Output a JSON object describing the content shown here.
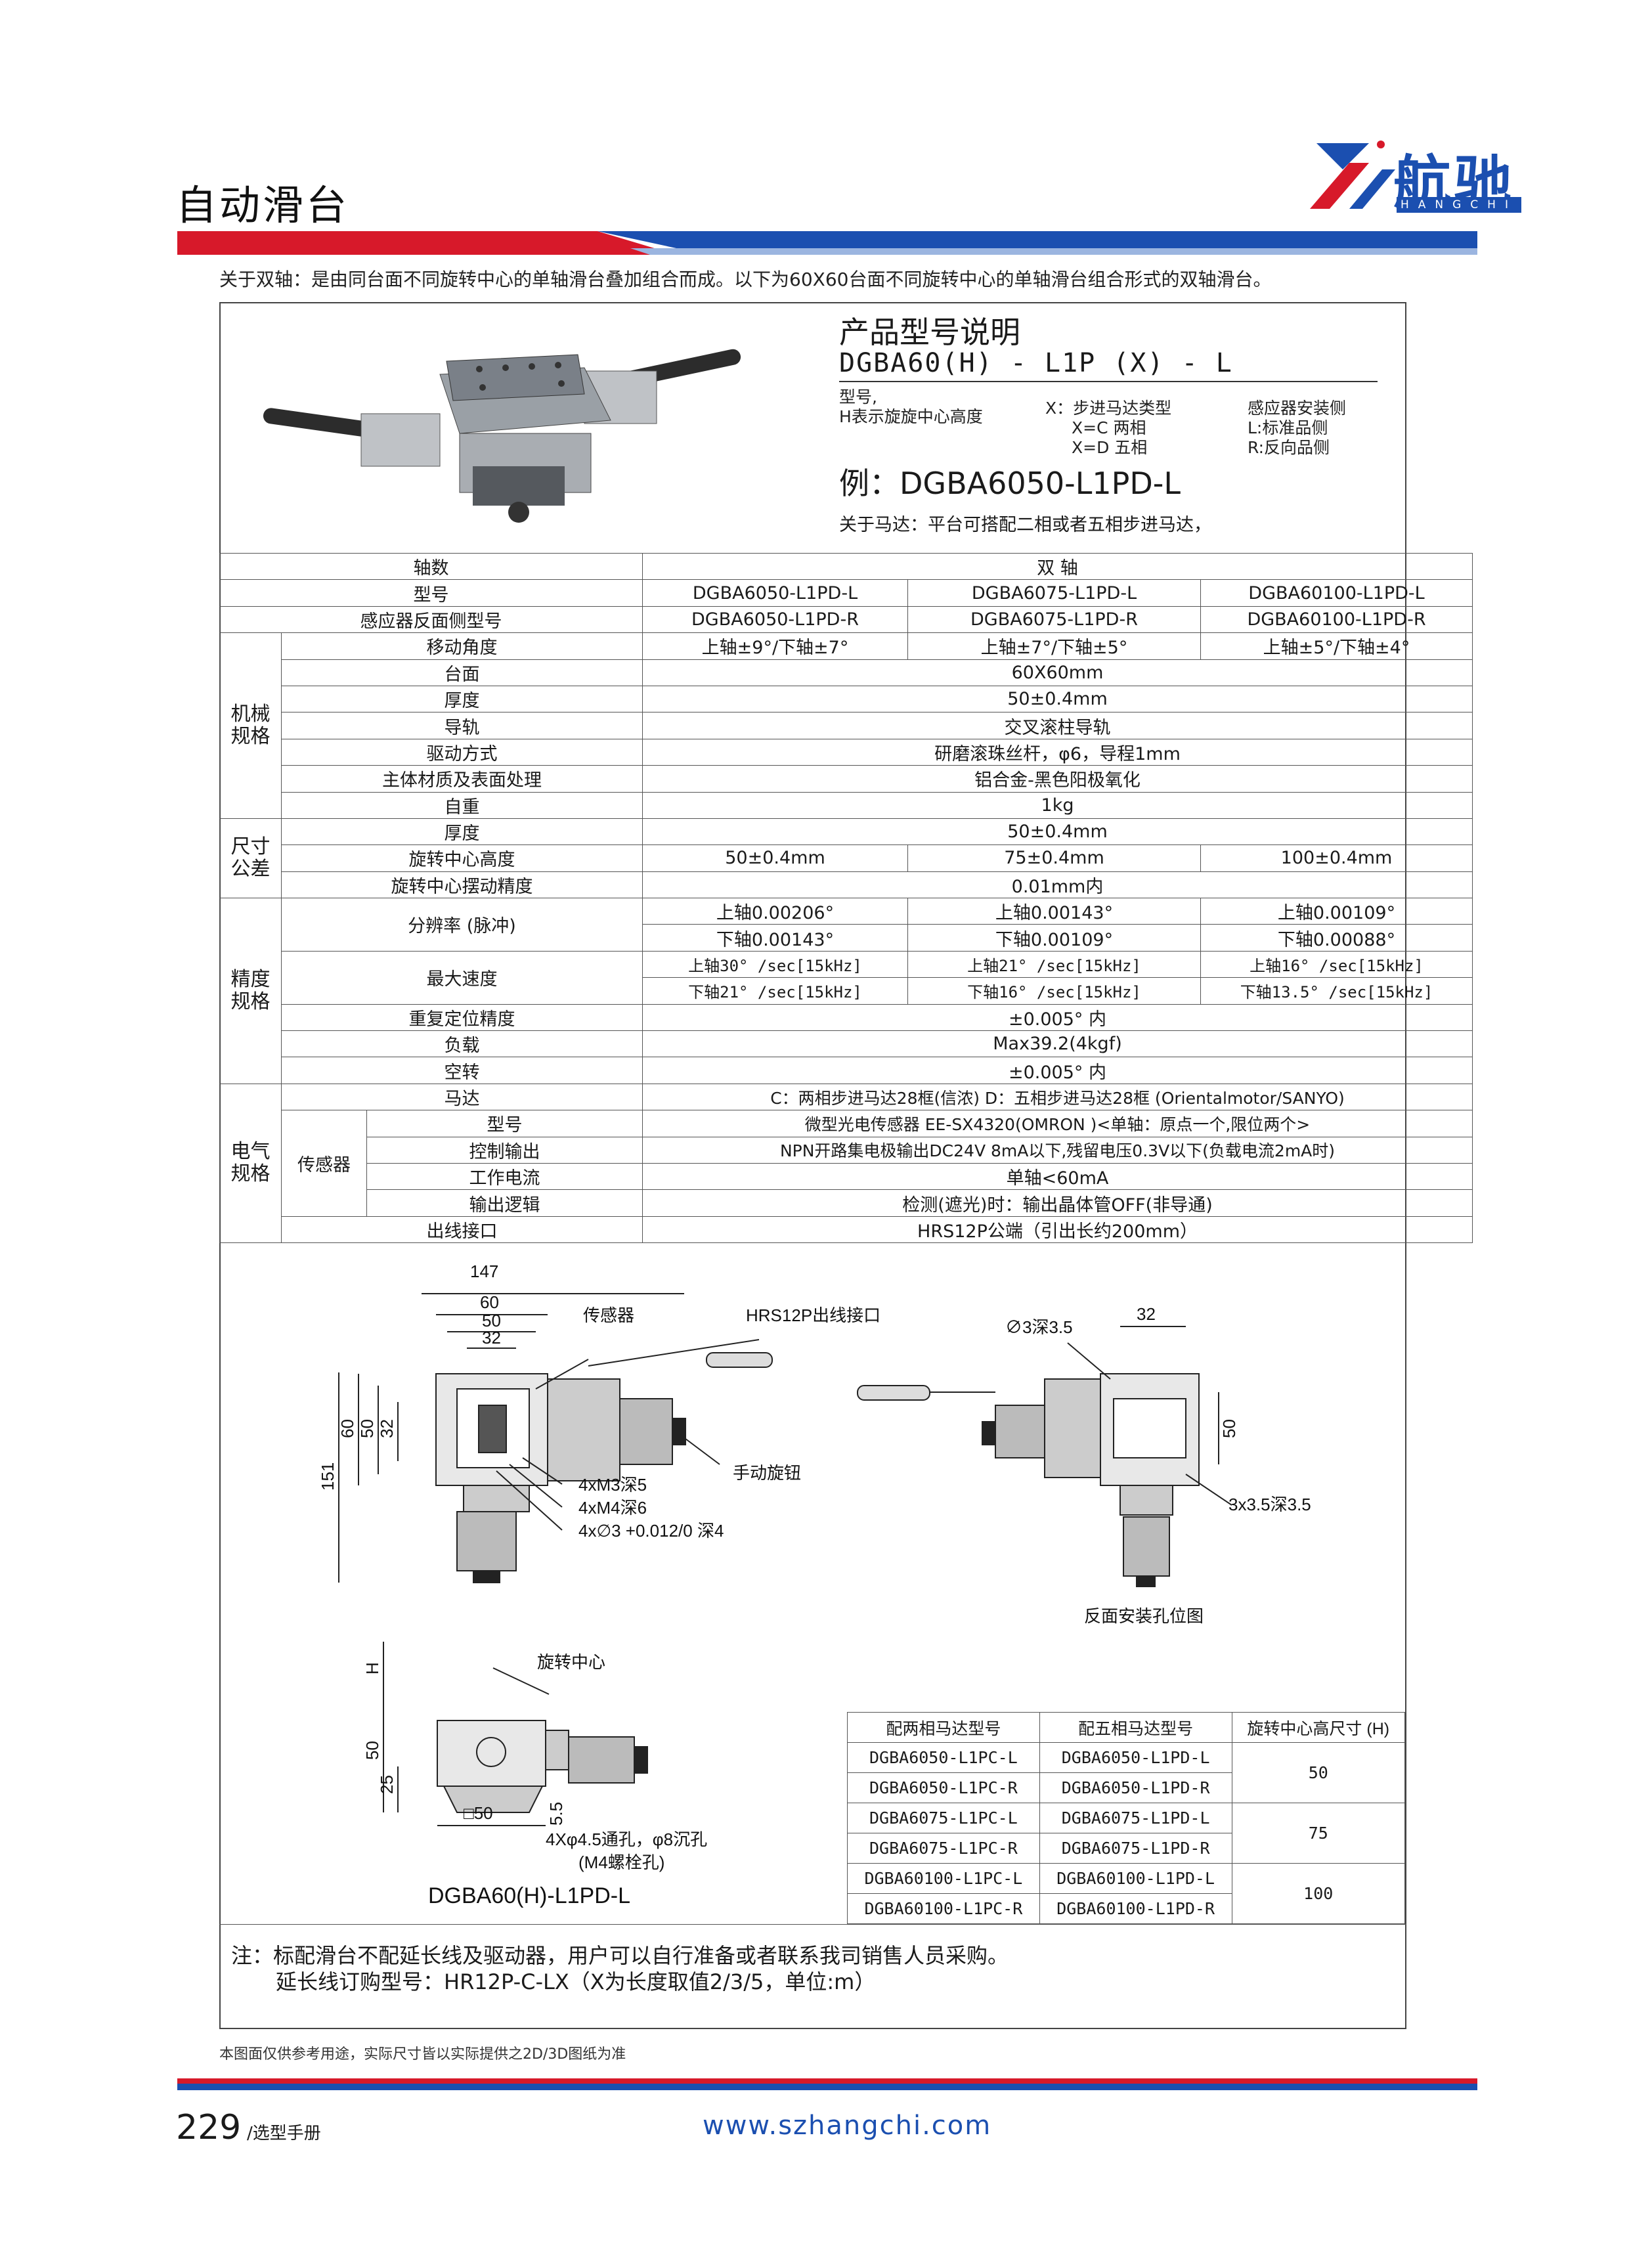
{
  "header": {
    "title": "自动滑台",
    "brand": "航驰",
    "brand_en": "HANGCHI"
  },
  "intro": "关于双轴：是由同台面不同旋转中心的单轴滑台叠加组合而成。以下为60X60台面不同旋转中心的单轴滑台组合形式的双轴滑台。",
  "model": {
    "title": "产品型号说明",
    "code": "DGBA60(H) - L1P (X) -  L",
    "n1a": "型号,",
    "n1b": "H表示旋旋中心高度",
    "n2a": "X：步进马达类型",
    "n2b": "X=C 两相",
    "n2c": "X=D 五相",
    "n3a": "感应器安装侧",
    "n3b": "L:标准品侧",
    "n3c": "R:反向品侧",
    "example": "例：DGBA6050-L1PD-L",
    "motor": "关于马达：平台可搭配二相或者五相步进马达，"
  },
  "spec": {
    "axes_label": "轴数",
    "axes": "双 轴",
    "model_label": "型号",
    "models": [
      "DGBA6050-L1PD-L",
      "DGBA6075-L1PD-L",
      "DGBA60100-L1PD-L"
    ],
    "rev_label": "感应器反面侧型号",
    "revs": [
      "DGBA6050-L1PD-R",
      "DGBA6075-L1PD-R",
      "DGBA60100-L1PD-R"
    ],
    "mech": "机械规格",
    "angle_label": "移动角度",
    "angles": [
      "上轴±9°/下轴±7°",
      "上轴±7°/下轴±5°",
      "上轴±5°/下轴±4°"
    ],
    "table_label": "台面",
    "table": "60X60mm",
    "thick_label": "厚度",
    "thick": "50±0.4mm",
    "guide_label": "导轨",
    "guide": "交叉滚柱导轨",
    "drive_label": "驱动方式",
    "drive": "研磨滚珠丝杆，φ6，导程1mm",
    "mat_label": "主体材质及表面处理",
    "mat": "铝合金-黑色阳极氧化",
    "weight_label": "自重",
    "weight": "1kg",
    "tol": "尺寸公差",
    "t_thick_label": "厚度",
    "t_thick": "50±0.4mm",
    "rc_label": "旋转中心高度",
    "rc": [
      "50±0.4mm",
      "75±0.4mm",
      "100±0.4mm"
    ],
    "sw_label": "旋转中心摆动精度",
    "sw": "0.01mm内",
    "prec": "精度规格",
    "res_label": "分辨率 (脉冲)",
    "res_up": [
      "上轴0.00206°",
      "上轴0.00143°",
      "上轴0.00109°"
    ],
    "res_dn": [
      "下轴0.00143°",
      "下轴0.00109°",
      "下轴0.00088°"
    ],
    "spd_label": "最大速度",
    "spd_up": [
      "上轴30°  /sec[15kHz]",
      "上轴21°  /sec[15kHz]",
      "上轴16°  /sec[15kHz]"
    ],
    "spd_dn": [
      "下轴21°  /sec[15kHz]",
      "下轴16°  /sec[15kHz]",
      "下轴13.5°  /sec[15kHz]"
    ],
    "rep_label": "重复定位精度",
    "rep": "±0.005° 内",
    "load_label": "负载",
    "load": "Max39.2(4kgf)",
    "lost_label": "空转",
    "lost": "±0.005° 内",
    "elec": "电气规格",
    "motor_label": "马达",
    "motor": "C：两相步进马达28框(信浓)  D：五相步进马达28框 (Orientalmotor/SANYO)",
    "sensor": "传感器",
    "s_type_label": "型号",
    "s_type": "微型光电传感器  EE-SX4320(OMRON )<单轴：原点一个,限位两个>",
    "s_out_label": "控制输出",
    "s_out": "NPN开路集电极输出DC24V  8mA以下,残留电压0.3V以下(负载电流2mA时)",
    "s_cur_label": "工作电流",
    "s_cur": "单轴<60mA",
    "s_log_label": "输出逻辑",
    "s_log": "检测(遮光)时：输出晶体管OFF(非导通)",
    "conn_label": "出线接口",
    "conn": "HRS12P公端（引出长约200mm）"
  },
  "drawing": {
    "d147": "147",
    "d60": "60",
    "d50": "50",
    "d32": "32",
    "d151": "151",
    "d60v": "60",
    "d50v": "50",
    "d32v": "32",
    "sensor": "传感器",
    "hrs": "HRS12P出线接口",
    "knob": "手动旋钮",
    "m3": "4xM3深5",
    "m4": "4xM4深6",
    "pin": "4x∅3 +0.012/0 深4",
    "hole3": "∅3深3.5",
    "d32b": "32",
    "d50b": "50",
    "hole35": "3x3.5深3.5",
    "rev": "反面安装孔位图",
    "H": "H",
    "rc": "旋转中心",
    "d50s": "50",
    "d25": "25",
    "d55": "5.5",
    "sq50": "□50",
    "thru": "4Xφ4.5通孔，φ8沉孔",
    "bolt": "(M4螺栓孔)",
    "caption": "DGBA60(H)-L1PD-L"
  },
  "mini": {
    "h": [
      "配两相马达型号",
      "配五相马达型号",
      "旋转中心高尺寸 (H)"
    ],
    "rows": [
      [
        "DGBA6050-L1PC-L",
        "DGBA6050-L1PD-L"
      ],
      [
        "DGBA6050-L1PC-R",
        "DGBA6050-L1PD-R"
      ],
      [
        "DGBA6075-L1PC-L",
        "DGBA6075-L1PD-L"
      ],
      [
        "DGBA6075-L1PC-R",
        "DGBA6075-L1PD-R"
      ],
      [
        "DGBA60100-L1PC-L",
        "DGBA60100-L1PD-L"
      ],
      [
        "DGBA60100-L1PC-R",
        "DGBA60100-L1PD-R"
      ]
    ],
    "hs": [
      "50",
      "75",
      "100"
    ]
  },
  "notes": {
    "n1": "注：标配滑台不配延长线及驱动器，用户可以自行准备或者联系我司销售人员采购。",
    "n2": "延长线订购型号：HR12P-C-LX（X为长度取值2/3/5，单位:m）"
  },
  "footer": {
    "disclaimer": "本图面仅供参考用途，实际尺寸皆以实际提供之2D/3D图纸为准",
    "page": "229",
    "sub": "/选型手册",
    "url": "www.szhangchi.com"
  },
  "colors": {
    "red": "#d7192a",
    "blue": "#1b4fb0"
  }
}
